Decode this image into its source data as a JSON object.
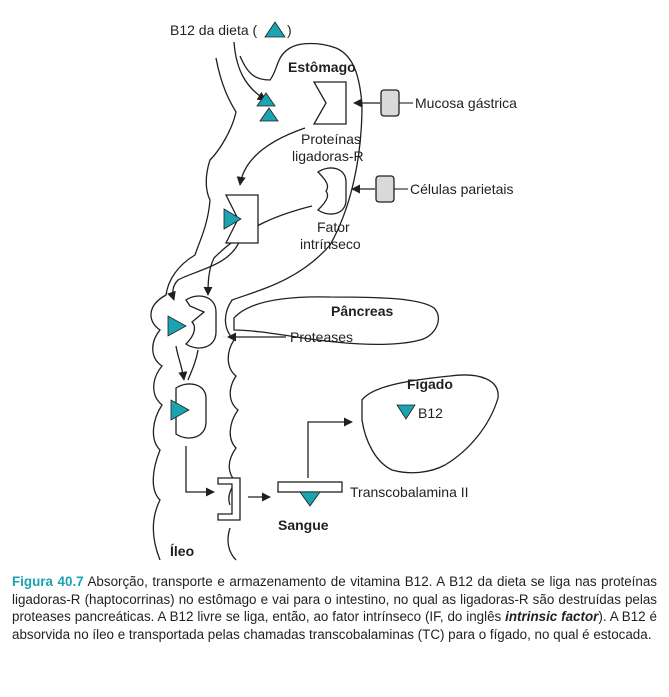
{
  "diagram": {
    "dietary_b12": "B12 da dieta (",
    "dietary_b12_close": ")",
    "stomach": "Estômago",
    "gastric_mucosa": "Mucosa gástrica",
    "r_binders_1": "Proteínas",
    "r_binders_2": "ligadoras-R",
    "parietal_cells": "Células parietais",
    "intrinsic_factor_1": "Fator",
    "intrinsic_factor_2": "intrínseco",
    "pancreas": "Pâncreas",
    "proteases": "Proteases",
    "liver": "Fígado",
    "b12": "B12",
    "transcobalamin": "Transcobalamina II",
    "blood": "Sangue",
    "ileum": "Íleo"
  },
  "colors": {
    "b12_marker": "#1aa3b0",
    "cell_fill": "#d9d9d9",
    "caption_accent": "#1aa3b0"
  },
  "caption": {
    "figure_label": "Figura 40.7",
    "text_1": " Absorção, transporte e armazenamento de vitamina B12. A B12 da dieta se liga nas proteínas ligadoras-R (haptocorrinas) no estômago e vai para o intestino, no qual as ligadoras-R são destruídas pelas proteases pancreáticas. A B12 livre se liga, então, ao fator intrínseco (IF, do inglês ",
    "text_italic": "intrinsic factor",
    "text_2": "). A B12 é absorvida no íleo e transportada pelas chamadas transcobalaminas (TC) para o fígado, no qual é estocada."
  }
}
